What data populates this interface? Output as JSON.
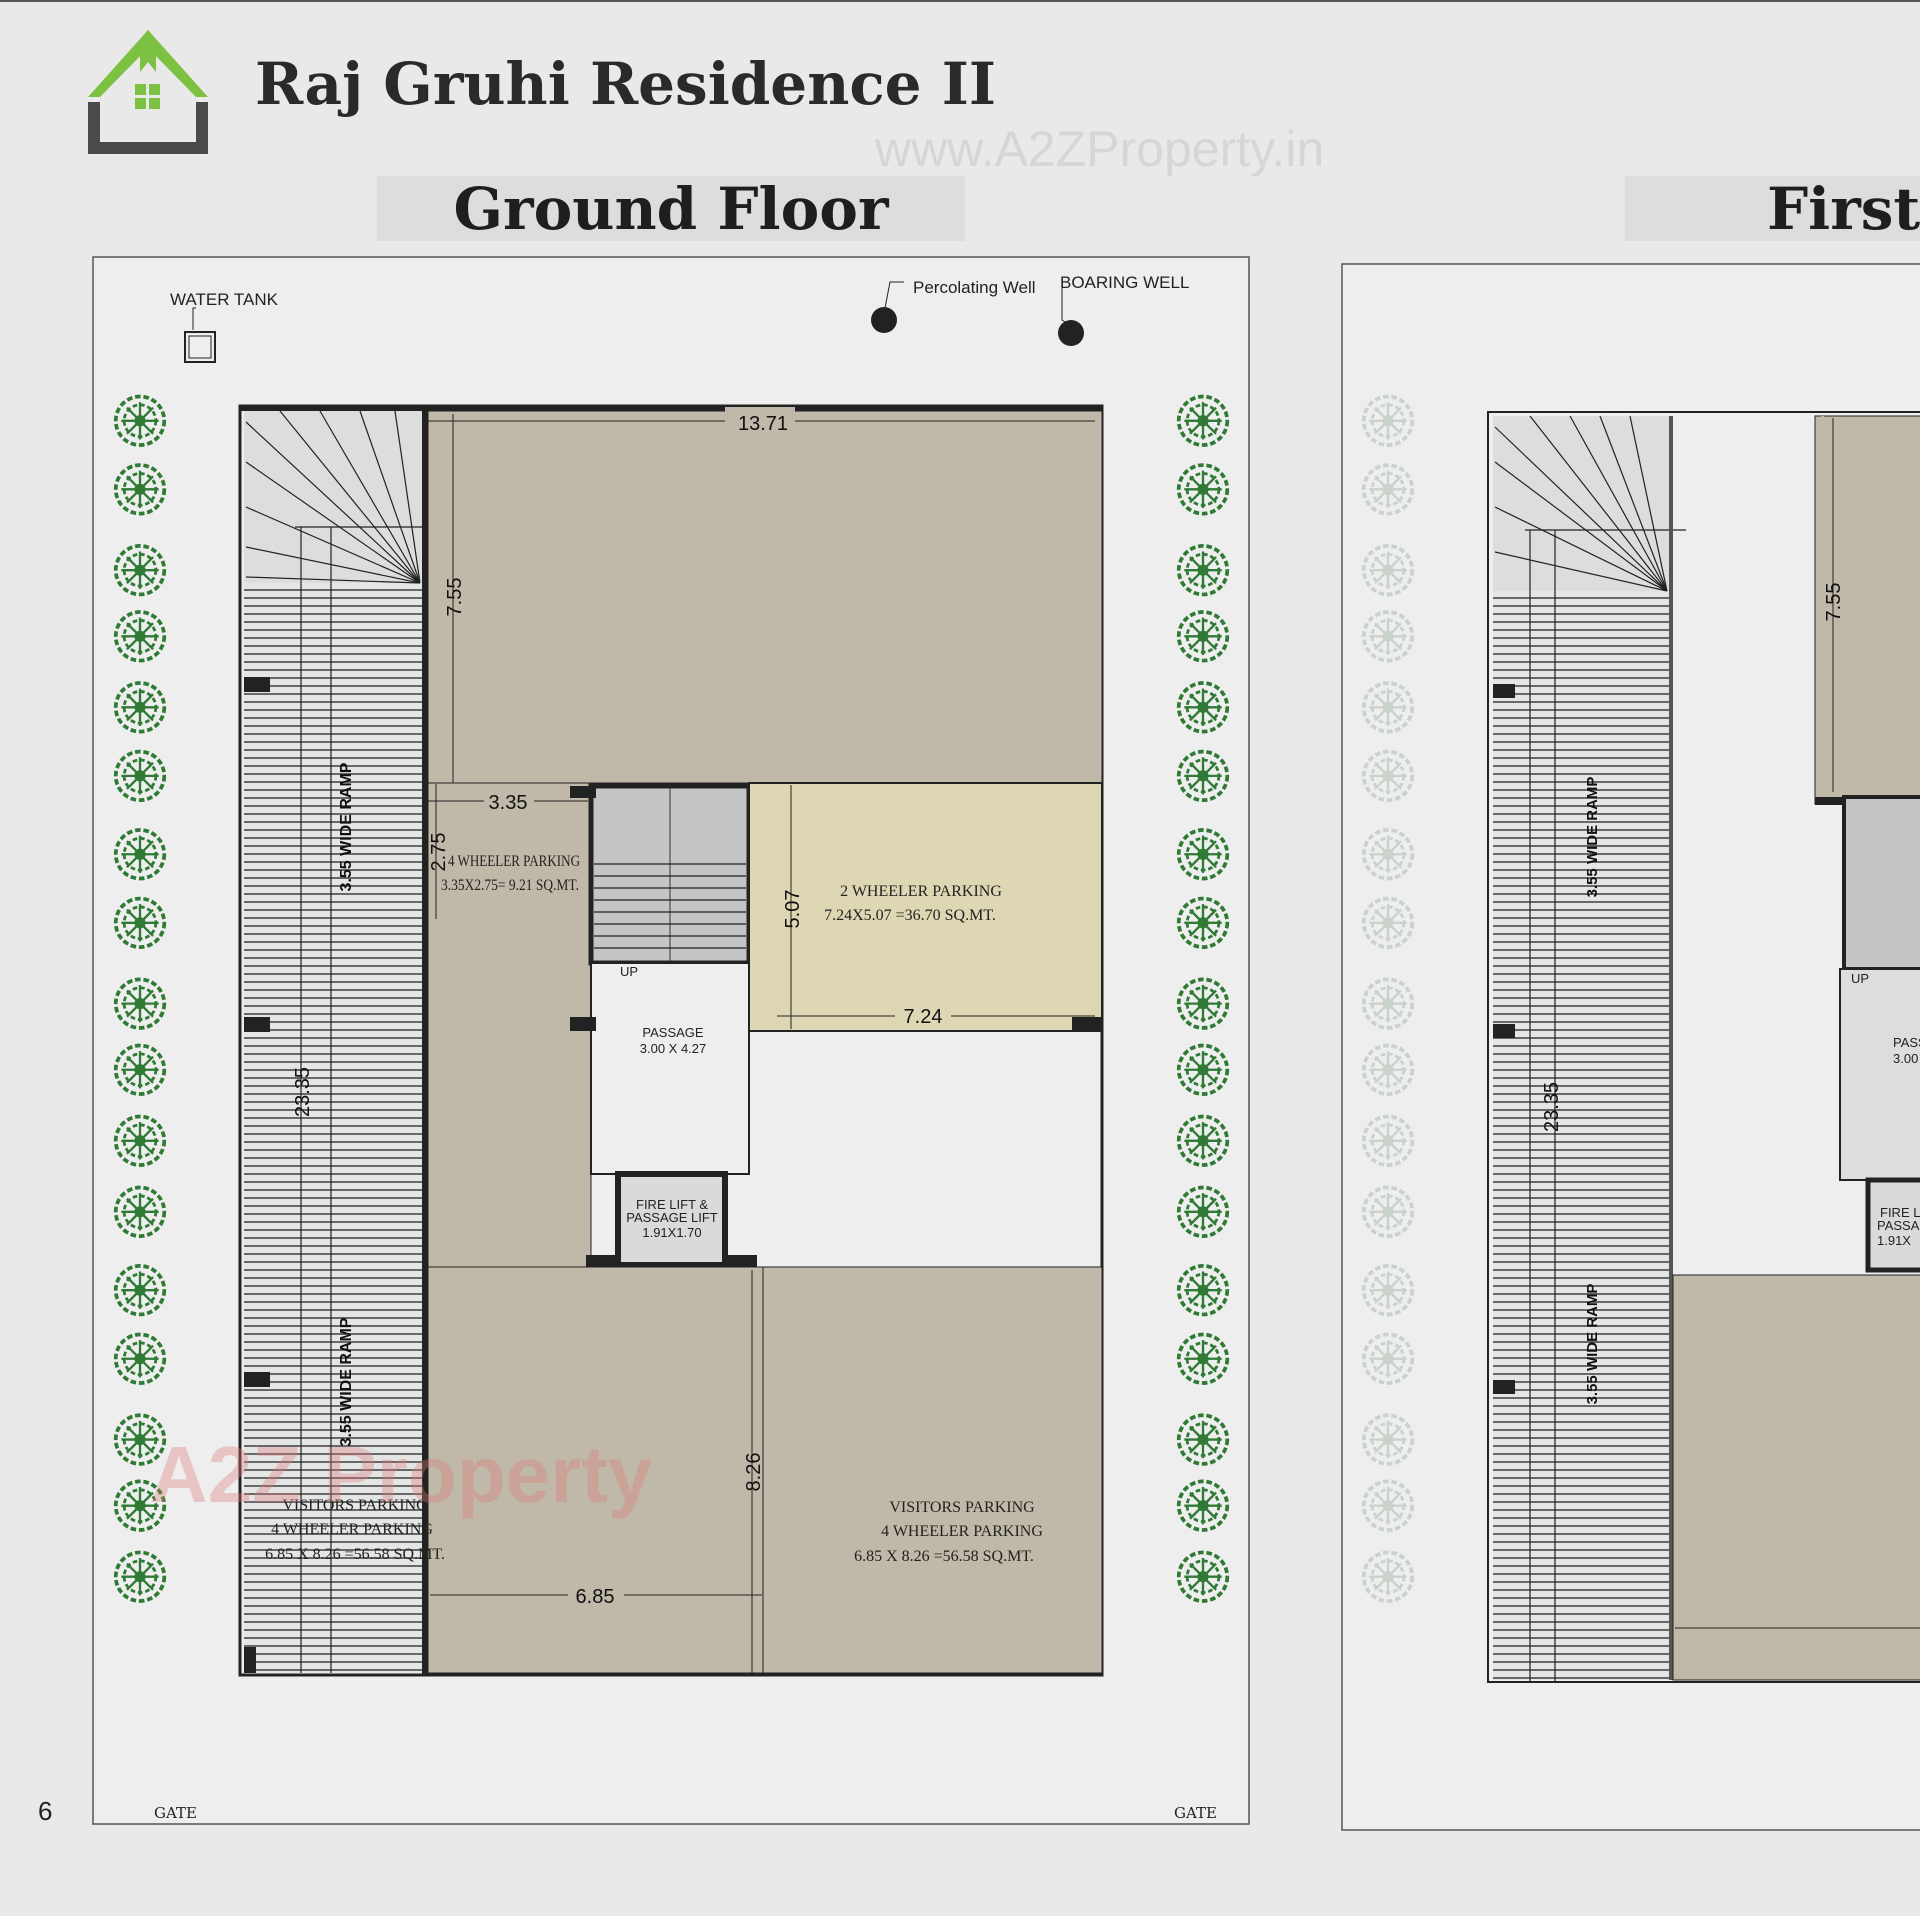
{
  "header": {
    "title": "Raj Gruhi Residence  II",
    "watermark_url": "www.A2ZProperty.in",
    "watermark_logo": "A2Z Property",
    "logo_colors": {
      "roof": "#7dc142",
      "base": "#4a4a4a"
    }
  },
  "page_number": "6",
  "ground_floor": {
    "heading": "Ground Floor",
    "water_tank": "WATER TANK",
    "percolating_well": "Percolating Well",
    "boaring_well": "BOARING WELL",
    "dims": {
      "top_width": "13.71",
      "top_height": "7.55",
      "small_width": "3.35",
      "small_height": "2.75",
      "two_wheeler_height": "5.07",
      "two_wheeler_width": "7.24",
      "ramp_length": "23.35",
      "visitor_height": "8.26",
      "visitor_width": "6.85"
    },
    "ramp_label": "3.55 WIDE RAMP",
    "four_wheeler": {
      "title": "4 WHEELER PARKING",
      "area": "3.35X2.75= 9.21 SQ.MT."
    },
    "two_wheeler": {
      "title": "2 WHEELER PARKING",
      "area": "7.24X5.07 =36.70 SQ.MT."
    },
    "stair_up": "UP",
    "passage": {
      "title": "PASSAGE",
      "size": "3.00 X 4.27"
    },
    "lift": {
      "line1": "FIRE LIFT &",
      "line2": "PASSAGE LIFT",
      "size": "1.91X1.70"
    },
    "visitors_left": {
      "line1": "VISITORS PARKING",
      "line2": "4 WHEELER PARKING",
      "line3": "6.85 X 8.26 =56.58 SQ.MT."
    },
    "visitors_right": {
      "line1": "VISITORS PARKING",
      "line2": "4 WHEELER PARKING",
      "line3": "6.85 X 8.26 =56.58 SQ.MT."
    },
    "gate_left": "GATE",
    "gate_right": "GATE"
  },
  "first_floor": {
    "heading": "First F",
    "dims": {
      "top_height": "7.55",
      "ramp_length": "23.35"
    },
    "ramp_label": "3.55 WIDE RAMP",
    "stair_up": "UP",
    "passage": {
      "title": "PASS",
      "size": "3.00"
    },
    "lift": {
      "line1": "FIRE L",
      "line2": "PASSAG",
      "size": "1.91X"
    }
  },
  "colors": {
    "room": "#c0b8a8",
    "two_wheeler": "#ddd7b3",
    "panel": "#edeeed",
    "banner": "#dcdddc",
    "tree": "#2f7a34",
    "tree_faded": "#c9d3cb"
  }
}
